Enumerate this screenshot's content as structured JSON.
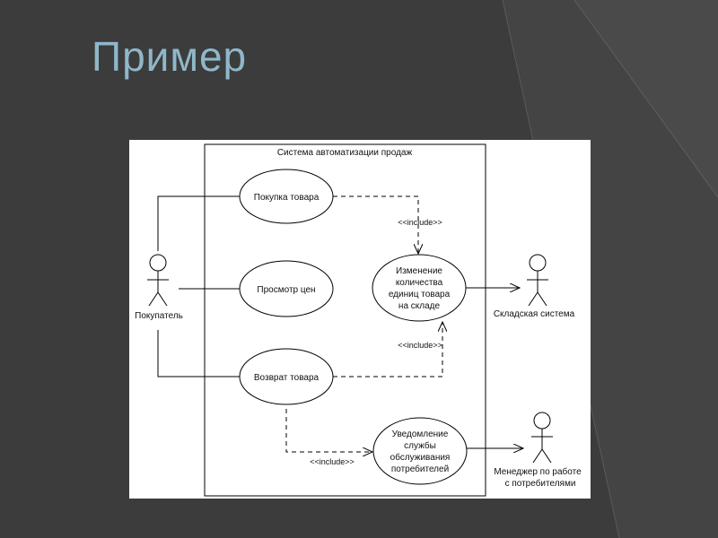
{
  "slide": {
    "title": "Пример"
  },
  "diagram": {
    "system_boundary_label": "Система автоматизации продаж",
    "actors": {
      "buyer": "Покупатель",
      "warehouse": "Складская система",
      "manager_line1": "Менеджер по работе",
      "manager_line2": "с потребителями"
    },
    "use_cases": {
      "purchase": "Покупка товара",
      "view_prices": "Просмотр цен",
      "return": "Возврат товара",
      "stock_change_line1": "Изменение",
      "stock_change_line2": "количества",
      "stock_change_line3": "единиц товара",
      "stock_change_line4": "на складе",
      "notify_line1": "Уведомление",
      "notify_line2": "службы",
      "notify_line3": "обслуживания",
      "notify_line4": "потребителей"
    },
    "relations": {
      "include_1": "<<include>>",
      "include_2": "<<include>>",
      "include_3": "<<include>>"
    }
  }
}
